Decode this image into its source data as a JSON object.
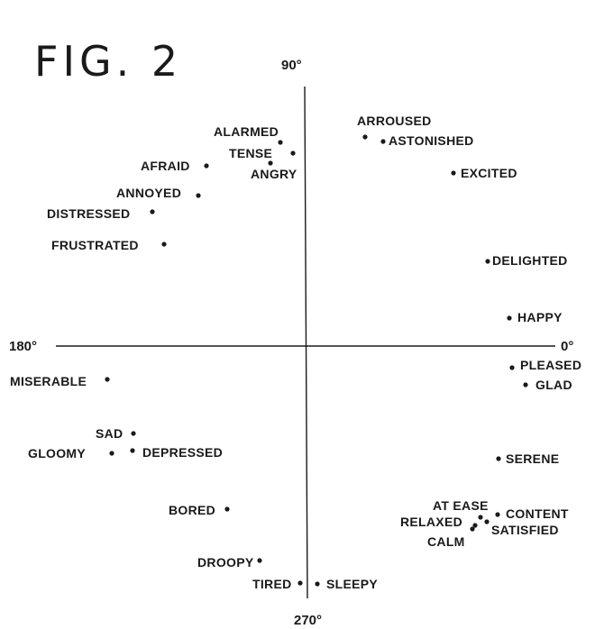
{
  "figure": {
    "title": "FIG. 2"
  },
  "axes": {
    "top": "90°",
    "bottom": "270°",
    "left": "180°",
    "right": "0°"
  },
  "colors": {
    "ink": "#1a1a1a",
    "background": "#ffffff"
  },
  "chart_data": {
    "type": "scatter",
    "points": [
      {
        "label": "ALARMED"
      },
      {
        "label": "TENSE"
      },
      {
        "label": "ANGRY"
      },
      {
        "label": "AFRAID"
      },
      {
        "label": "ANNOYED"
      },
      {
        "label": "DISTRESSED"
      },
      {
        "label": "FRUSTRATED"
      },
      {
        "label": "ARROUSED"
      },
      {
        "label": "ASTONISHED"
      },
      {
        "label": "EXCITED"
      },
      {
        "label": "DELIGHTED"
      },
      {
        "label": "HAPPY"
      },
      {
        "label": "PLEASED"
      },
      {
        "label": "GLAD"
      },
      {
        "label": "SERENE"
      },
      {
        "label": "CONTENT"
      },
      {
        "label": "SATISFIED"
      },
      {
        "label": "AT EASE"
      },
      {
        "label": "RELAXED"
      },
      {
        "label": "CALM"
      },
      {
        "label": "MISERABLE"
      },
      {
        "label": "SAD"
      },
      {
        "label": "GLOOMY"
      },
      {
        "label": "DEPRESSED"
      },
      {
        "label": "BORED"
      },
      {
        "label": "DROOPY"
      },
      {
        "label": "TIRED"
      },
      {
        "label": "SLEEPY"
      }
    ]
  }
}
